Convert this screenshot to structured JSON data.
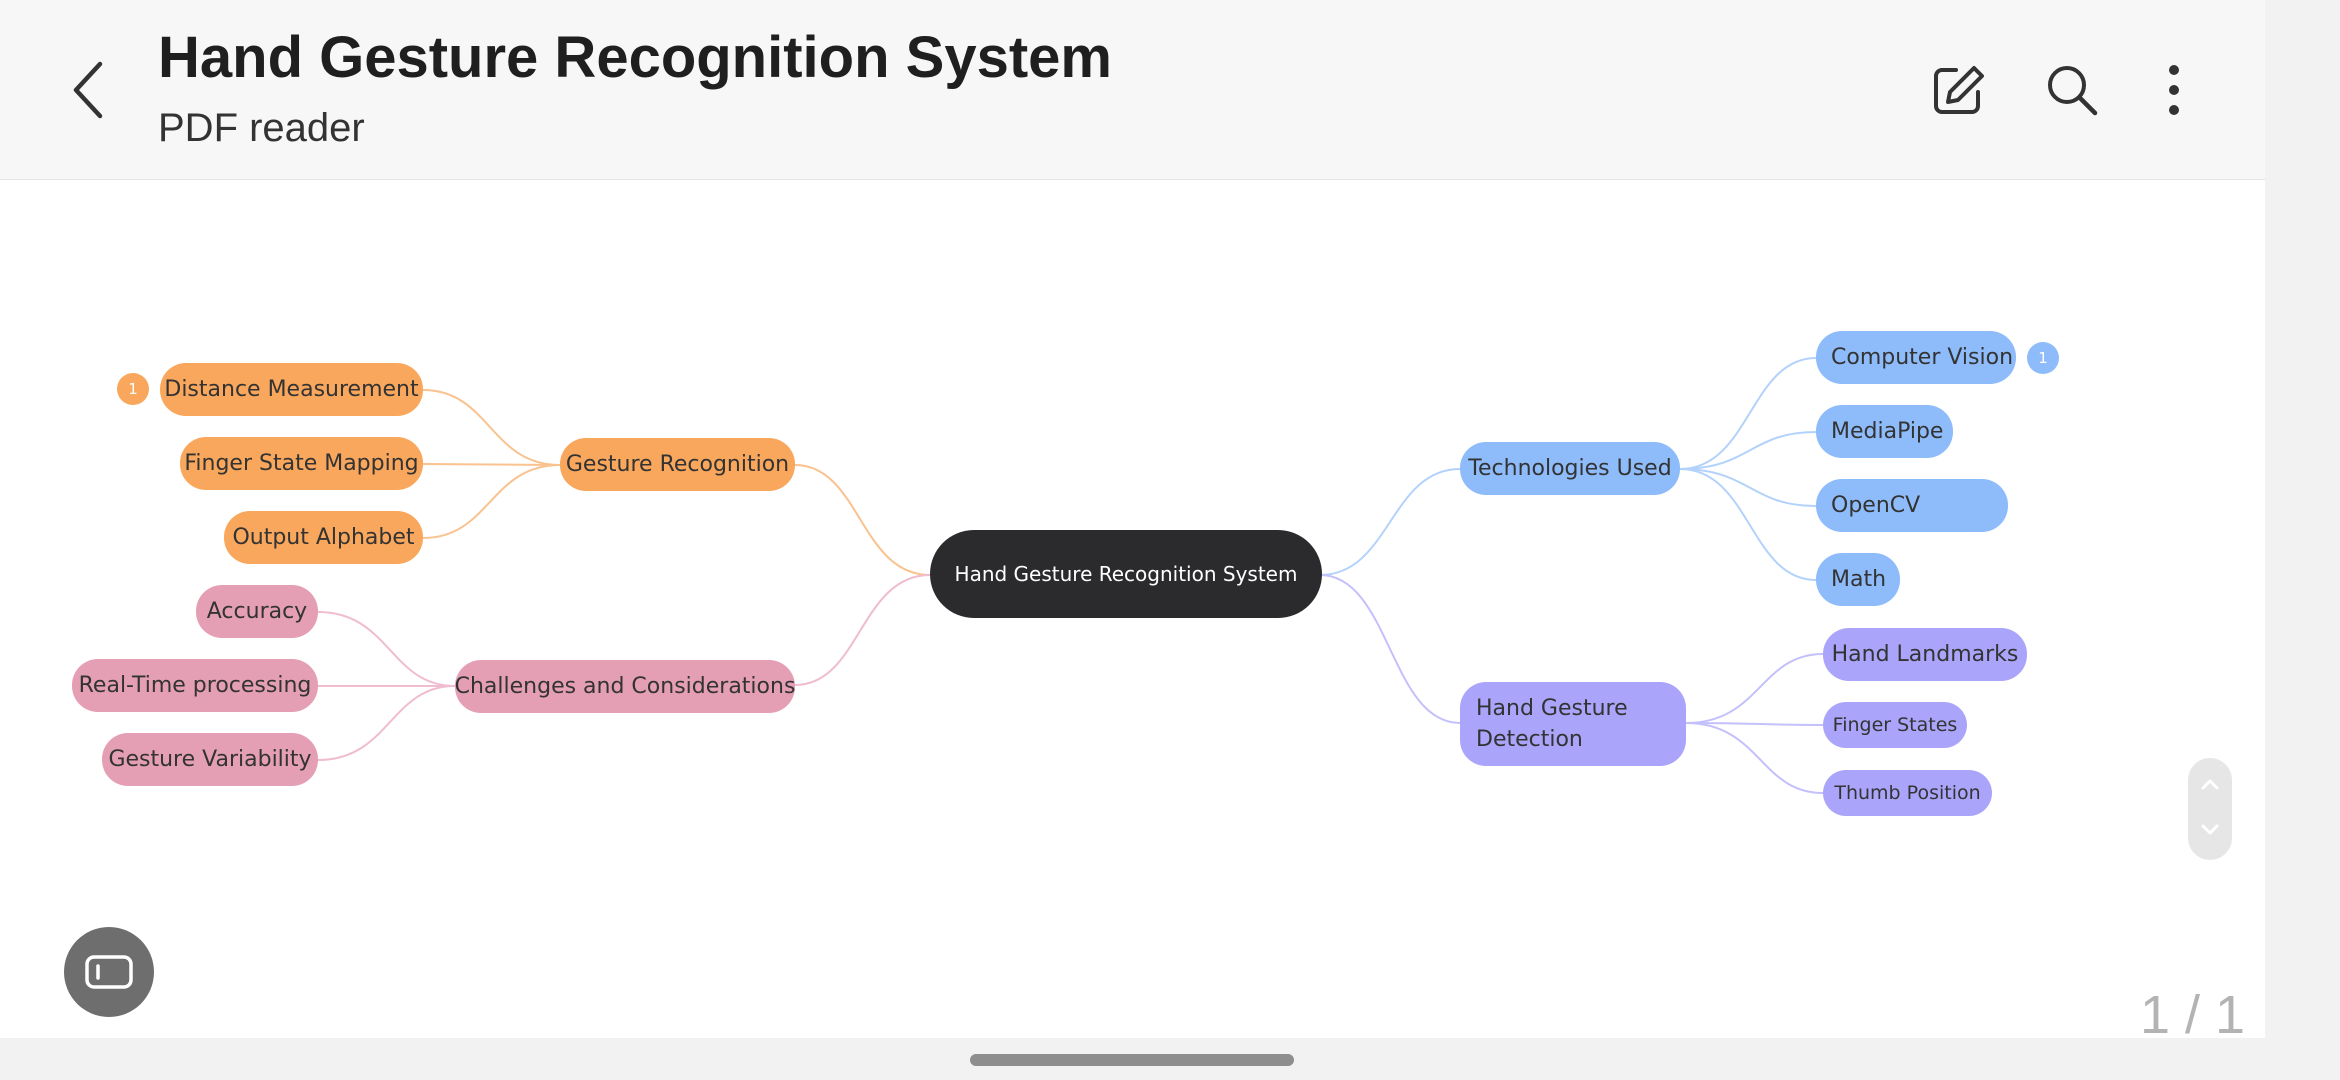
{
  "header": {
    "title": "Hand Gesture Recognition System",
    "subtitle": "PDF reader",
    "icons": [
      "back-arrow-icon",
      "edit-icon",
      "search-icon",
      "more-vertical-icon"
    ]
  },
  "mindmap": {
    "root": "Hand Gesture Recognition System",
    "branches": {
      "gesture_recognition": {
        "label": "Gesture Recognition",
        "children": [
          "Distance Measurement",
          "Finger State Mapping",
          "Output Alphabet"
        ]
      },
      "challenges": {
        "label": "Challenges and Considerations",
        "children": [
          "Accuracy",
          "Real-Time processing",
          "Gesture Variability"
        ]
      },
      "technologies": {
        "label": "Technologies Used",
        "children": [
          "Computer Vision",
          "MediaPipe",
          "OpenCV",
          "Math"
        ]
      },
      "detection": {
        "label": "Hand Gesture Detection",
        "children": [
          "Hand Landmarks",
          "Finger States",
          "Thumb Position"
        ]
      }
    },
    "badges": {
      "distance_measurement": "1",
      "computer_vision": "1"
    },
    "colors": {
      "orange": "#f9a75c",
      "pink": "#e59fb5",
      "blue": "#8ebcfb",
      "purple": "#aaa5fa",
      "root": "#2b2b2e"
    }
  },
  "page_indicator": "1 / 1"
}
